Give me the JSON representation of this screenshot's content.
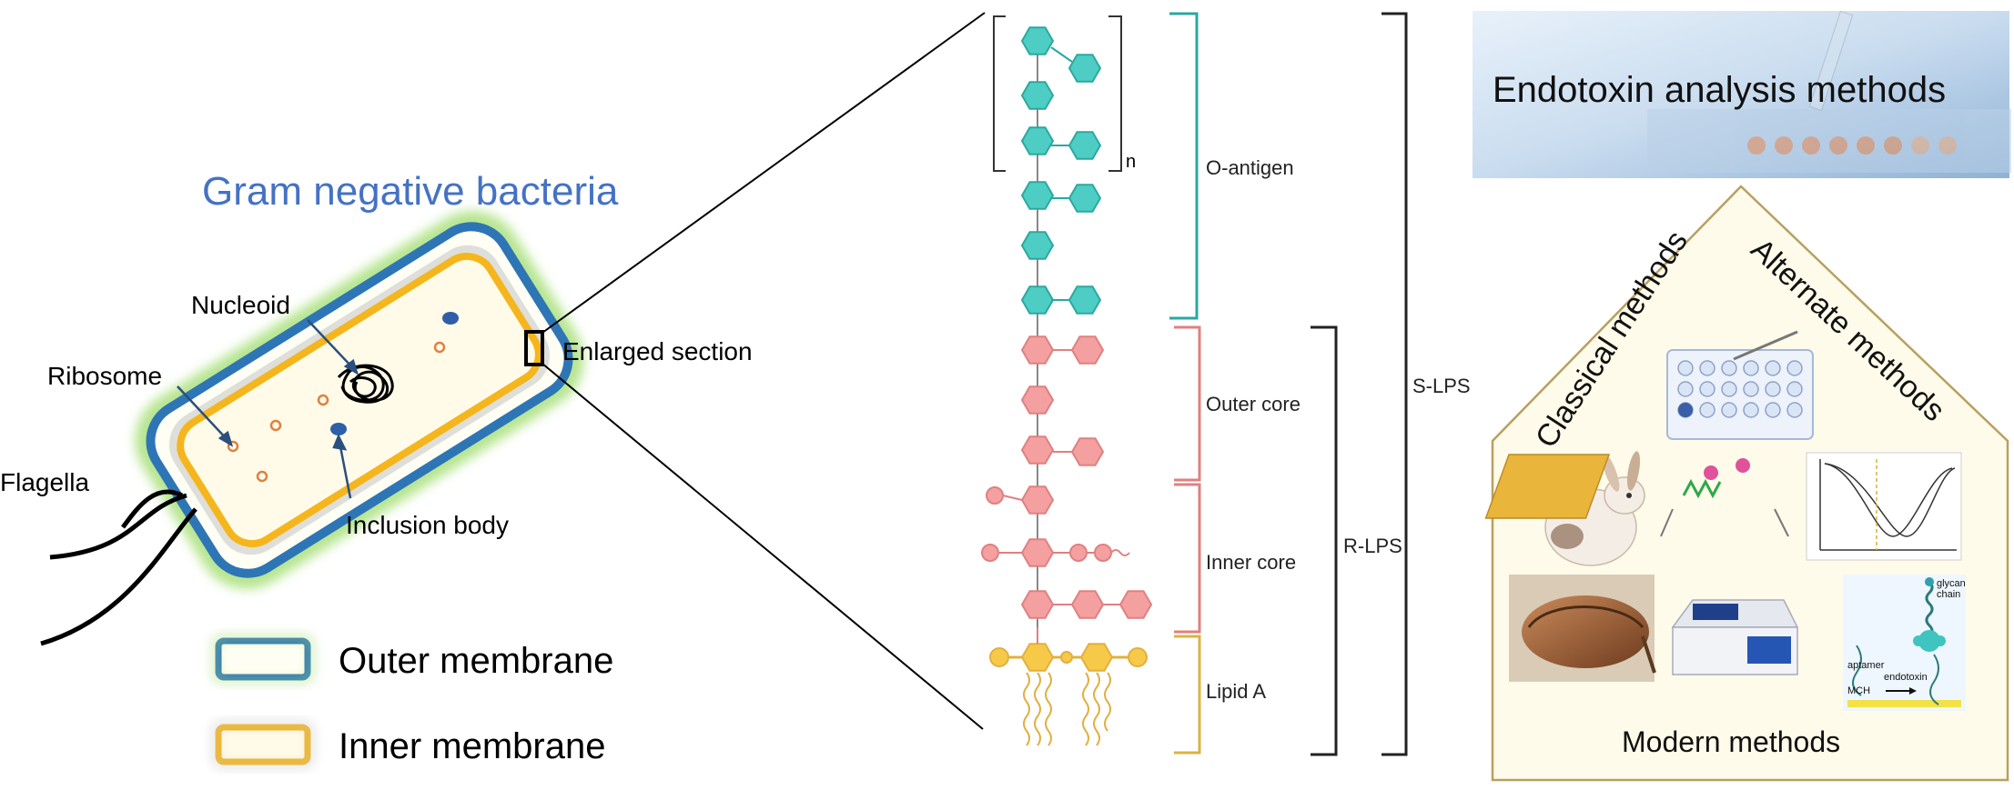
{
  "bacteria": {
    "title": "Gram negative bacteria",
    "labels": {
      "nucleoid": "Nucleoid",
      "ribosome": "Ribosome",
      "flagella": "Flagella",
      "inclusion_body": "Inclusion body",
      "enlarged_section": "Enlarged section"
    },
    "legend": {
      "outer_membrane": "Outer membrane",
      "inner_membrane": "Inner membrane"
    }
  },
  "lps": {
    "repeat_subscript": "n",
    "regions": {
      "o_antigen": "O-antigen",
      "outer_core": "Outer core",
      "inner_core": "Inner core",
      "lipid_a": "Lipid A"
    },
    "groups": {
      "r_lps": "R-LPS",
      "s_lps": "S-LPS"
    }
  },
  "methods": {
    "banner_title": "Endotoxin analysis methods",
    "classical": "Classical methods",
    "alternate": "Alternate methods",
    "modern": "Modern methods",
    "panel_texts": {
      "glycan": "glycan",
      "chain": "chain",
      "aptamer": "aptamer",
      "endotoxin": "endotoxin",
      "mch": "MCH"
    }
  },
  "colors": {
    "title_blue": "#4472c4",
    "outer_membrane": "#2e75b6",
    "inner_membrane": "#f5b51c",
    "o_antigen": "#4ecdc4",
    "core": "#f4a0a0",
    "lipid_a": "#f7c948",
    "house_border": "#b8a060",
    "house_fill": "#fffbea"
  }
}
